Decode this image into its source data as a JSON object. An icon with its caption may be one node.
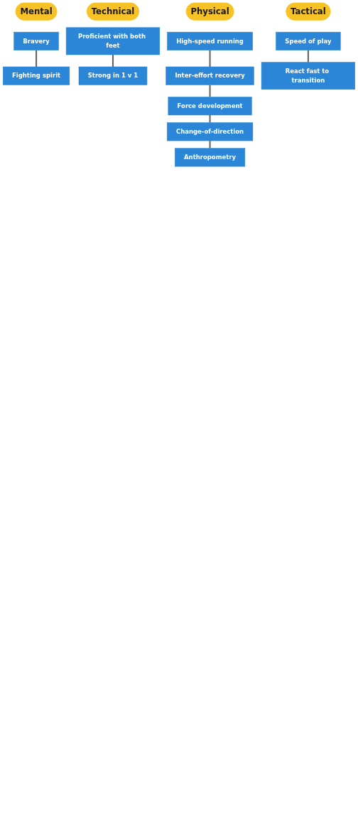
{
  "diagram": {
    "nodes": [
      {
        "text": [
          "Mental"
        ]
      },
      {
        "text": [
          "Bravery"
        ]
      },
      {
        "text": [
          "Fighting spirit"
        ]
      },
      {
        "text": [
          "Technical"
        ]
      },
      {
        "text": [
          "Proficient with both feet"
        ]
      },
      {
        "text": [
          "Strong in 1 v 1"
        ]
      },
      {
        "text": [
          "Physical"
        ]
      },
      {
        "text": [
          "High-speed running"
        ]
      },
      {
        "text": [
          "Inter-effort recovery"
        ]
      },
      {
        "text": [
          "Force development"
        ]
      },
      {
        "text": [
          "Change-of-direction"
        ]
      },
      {
        "text": [
          "Anthropometry"
        ]
      },
      {
        "text": [
          "Tactical"
        ]
      },
      {
        "text": [
          "Speed of play"
        ]
      },
      {
        "text": [
          "React fast to transition"
        ]
      }
    ],
    "edges": [
      {
        "from": 1,
        "to": 2,
        "arrow": "none"
      },
      {
        "from": 4,
        "to": 5,
        "arrow": "none"
      },
      {
        "from": 7,
        "to": 8,
        "arrow": "none"
      },
      {
        "from": 8,
        "to": 9,
        "arrow": "none"
      },
      {
        "from": 9,
        "to": 10,
        "arrow": "none"
      },
      {
        "from": 10,
        "to": 11,
        "arrow": "none"
      },
      {
        "from": 13,
        "to": 14,
        "arrow": "none"
      }
    ]
  }
}
